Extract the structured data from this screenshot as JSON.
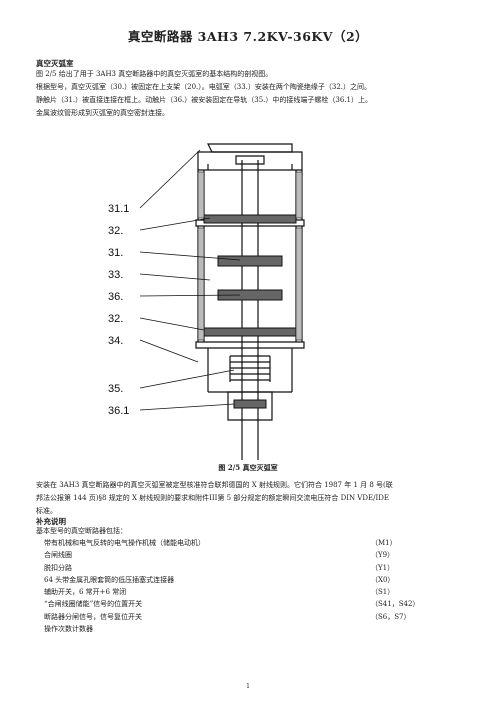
{
  "title": "真空断路器 3AH3 7.2KV-36KV（2）",
  "section1": {
    "heading": "真空灭弧室",
    "lines": [
      "图 2/5 给出了用于 3AH3 真空断路器中的真空灭弧室的基本结构的剖视图。",
      "根据型号，真空灭弧室（30.）被固定在上支架（20.）。电弧室（33.）安装在两个陶瓷绝缘子（32.）之间。",
      "静触片（31.）被直接连接在框上。动触片（36.）被安装固定在导轨（35.）中的接线端子螺栓（36.1）上。",
      "金属波纹管形成到灭弧室的真空密封连接。"
    ]
  },
  "figure": {
    "labels": [
      "31.1",
      "32.",
      "31.",
      "33.",
      "36.",
      "32.",
      "34.",
      "35.",
      "36.1"
    ],
    "caption": "图 2/5 真空灭弧室"
  },
  "section2": {
    "lines": [
      "安装在 3AH3 真空断路器中的真空灭弧室被定型核准符合联邦德国的 X 射线规则。它们符合 1987 年 1 月 8 号(联",
      "邦法公报第 144 页)§8 规定的 X 射线规则的要求和附件III第 5 部分规定的额定瞬间交流电压符合 DIN VDE/IDE",
      "标准。"
    ]
  },
  "section3": {
    "heading": "补充说明",
    "intro": "基本型号的真空断路器包括：",
    "items": [
      {
        "text": "带有机械和电气反转的电气操作机械（储能电动机）",
        "code": "（M1）"
      },
      {
        "text": "合闸线圈",
        "code": "（Y9）"
      },
      {
        "text": "脱扣分路",
        "code": "（Y1）"
      },
      {
        "text": "64 头带金属孔眼套筒的低压插塞式连接器",
        "code": "（X0）"
      },
      {
        "text": "辅助开关，6 常开+6 常闭",
        "code": "（S1）"
      },
      {
        "text": "“合闸线圈储能”信号的位置开关",
        "code": "（S41，S42）"
      },
      {
        "text": "断路器分闸信号，信号复位开关",
        "code": "（S6，S7）"
      },
      {
        "text": "操作次数计数器",
        "code": ""
      }
    ]
  },
  "page_number": "1"
}
